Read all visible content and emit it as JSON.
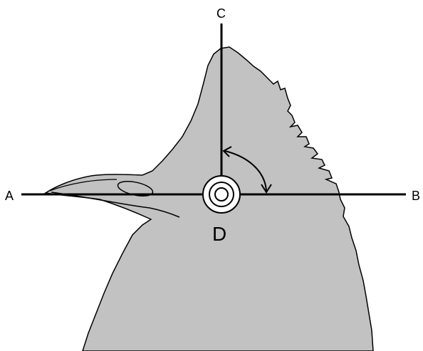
{
  "labels": {
    "a": "A",
    "b": "B",
    "c": "C",
    "d": "D"
  },
  "colors": {
    "background": "#ffffff",
    "silhouette_fill": "#c2c2c2",
    "line": "#000000"
  },
  "icons": {
    "angle_arrow": "curved-double-arrow-icon",
    "eye": "eye-target-icon"
  }
}
